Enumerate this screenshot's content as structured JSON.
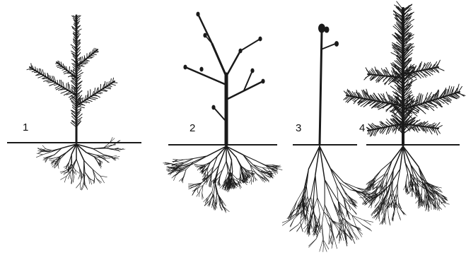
{
  "diagram": {
    "labels": [
      "1",
      "2",
      "3",
      "4"
    ],
    "colors": {
      "ink": "#1a1a1a",
      "background": "#ffffff"
    }
  }
}
